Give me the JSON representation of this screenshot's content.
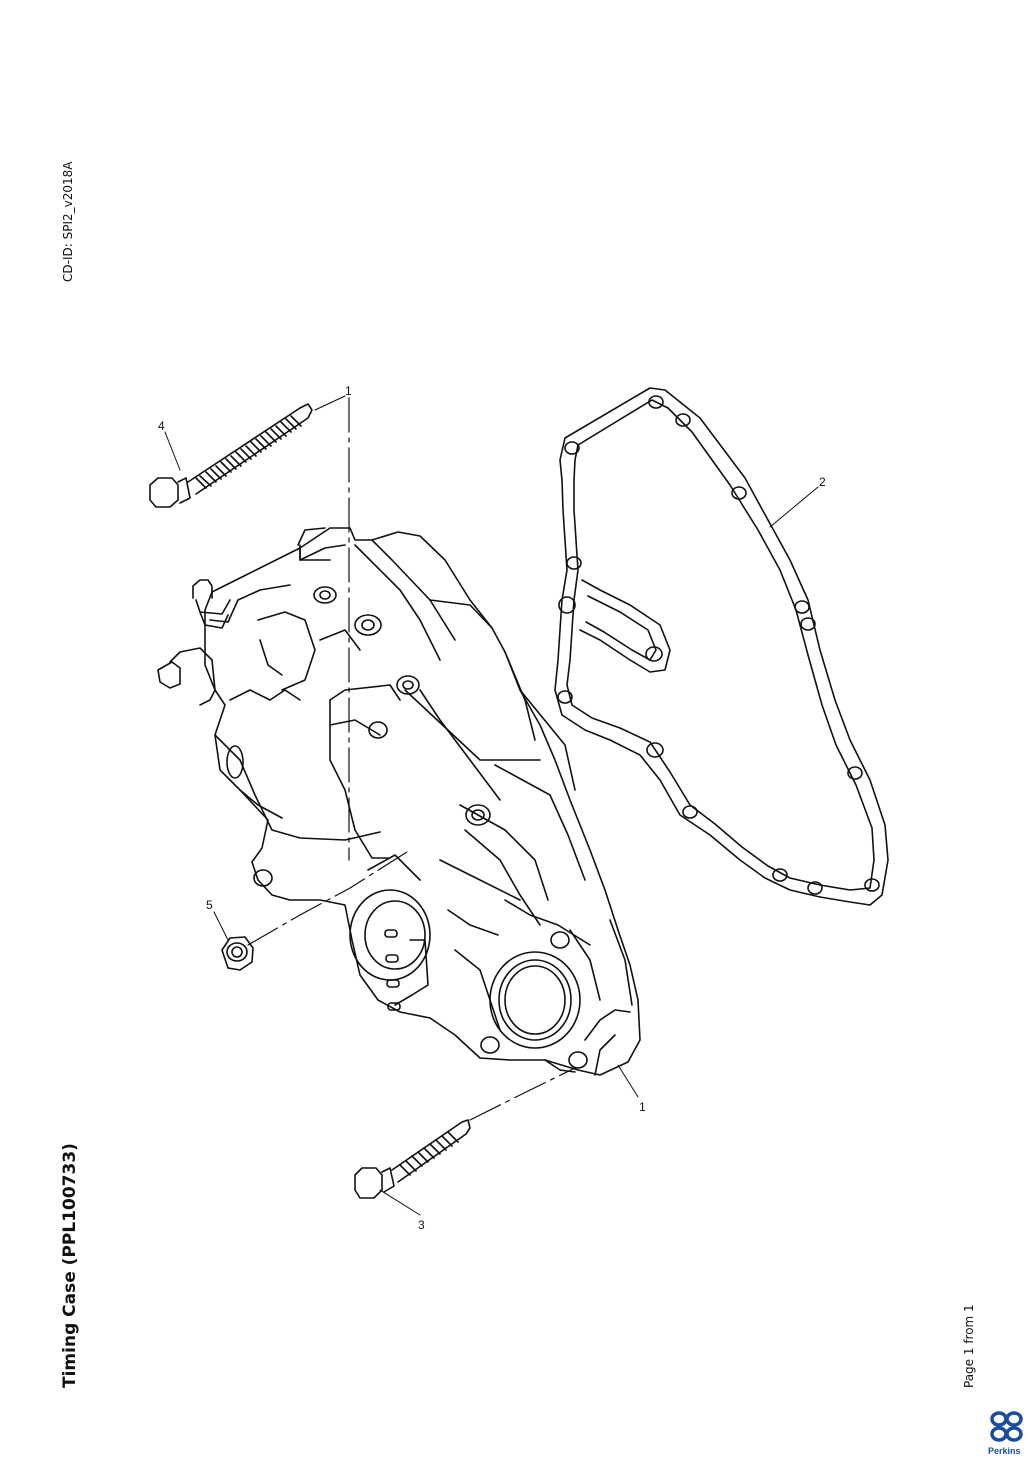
{
  "document": {
    "cd_id": "CD-ID: SPI2_v2018A",
    "title": "Timing Case (PPL100733)",
    "page_info": "Page 1 from 1"
  },
  "drawing": {
    "callouts": [
      "1",
      "2",
      "3",
      "4",
      "5"
    ],
    "line_color": "#111111"
  },
  "brand": {
    "name": "Perkins",
    "color": "#1a4fa0"
  }
}
